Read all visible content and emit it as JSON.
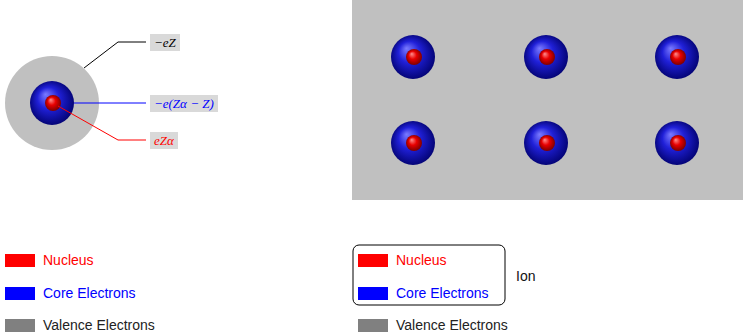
{
  "diagram": {
    "nodes": [
      {
        "text": [
          "−eZ"
        ]
      },
      {
        "text": [
          "−e(Zα − Z)"
        ]
      },
      {
        "text": [
          "eZα"
        ]
      }
    ],
    "labels": [
      "Ion"
    ],
    "legend": [
      {
        "text": "Nucleus",
        "color": "#ff0000"
      },
      {
        "text": "Core Electrons",
        "color": "#0000ff"
      },
      {
        "text": "Valence Electrons",
        "color": "#808080"
      },
      {
        "text": "Nucleus",
        "color": "#ff0000"
      },
      {
        "text": "Core Electrons",
        "color": "#0000ff"
      },
      {
        "text": "Valence Electrons",
        "color": "#808080"
      }
    ]
  }
}
